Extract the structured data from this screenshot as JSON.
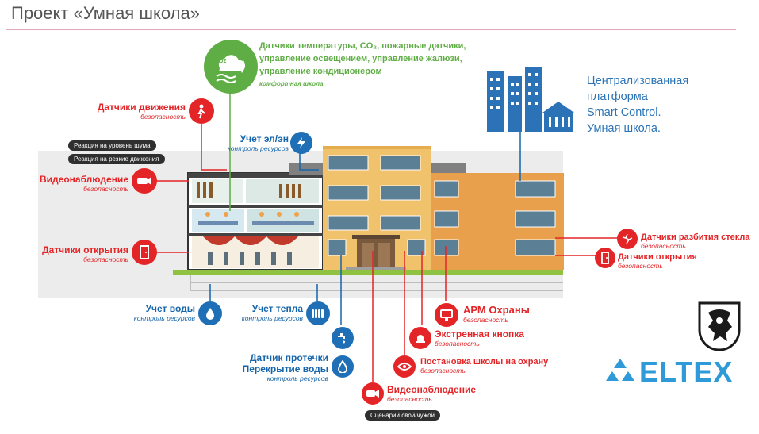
{
  "title": "Проект «Умная школа»",
  "comfort": {
    "line1": "Датчики температуры, CO₂, пожарные датчики,",
    "line2": "управление освещением, управление жалюзи,",
    "line3": "управление кондиционером",
    "sub": "комфортная школа",
    "icon_badge": "CO2"
  },
  "labels": {
    "motion": {
      "title": "Датчики движения",
      "sub": "безопасность"
    },
    "noise_pill": "Реакция на уровень шума",
    "sharp_pill": "Реакция на резкие движения",
    "video_left": {
      "title": "Видеонаблюдение",
      "sub": "безопасность"
    },
    "opening_left": {
      "title": "Датчики открытия",
      "sub": "безопасность"
    },
    "electricity": {
      "title": "Учет эл/эн",
      "sub": "контроль ресурсов"
    },
    "water": {
      "title": "Учет воды",
      "sub": "контроль ресурсов"
    },
    "heat": {
      "title": "Учет тепла",
      "sub": "контроль ресурсов"
    },
    "leak": {
      "line1": "Датчик протечки",
      "line2": "Перекрытие воды",
      "sub": "контроль ресурсов"
    },
    "arm": {
      "title": "АРМ Охраны",
      "sub": "безопасность"
    },
    "emergency": {
      "title": "Экстренная кнопка",
      "sub": "безопасность"
    },
    "arming": {
      "title": "Постановка школы на охрану",
      "sub": "безопасность"
    },
    "video_bottom": {
      "title": "Видеонаблюдение",
      "sub": "безопасность"
    },
    "stranger_pill": "Сценарий свой/чужой",
    "glass": {
      "title": "Датчики разбития стекла",
      "sub": "безопасность"
    },
    "opening_right": {
      "title": "Датчики открытия",
      "sub": "безопасность"
    }
  },
  "platform": {
    "line1": "Централизованная",
    "line2": "платформа",
    "line3": "Smart Control.",
    "line4": "Умная школа."
  },
  "brand": "ELTEX",
  "colors": {
    "red": "#e42528",
    "blue": "#1565ab",
    "green": "#5fae45",
    "orange": "#e8a04c",
    "yellow": "#f0c26c"
  }
}
